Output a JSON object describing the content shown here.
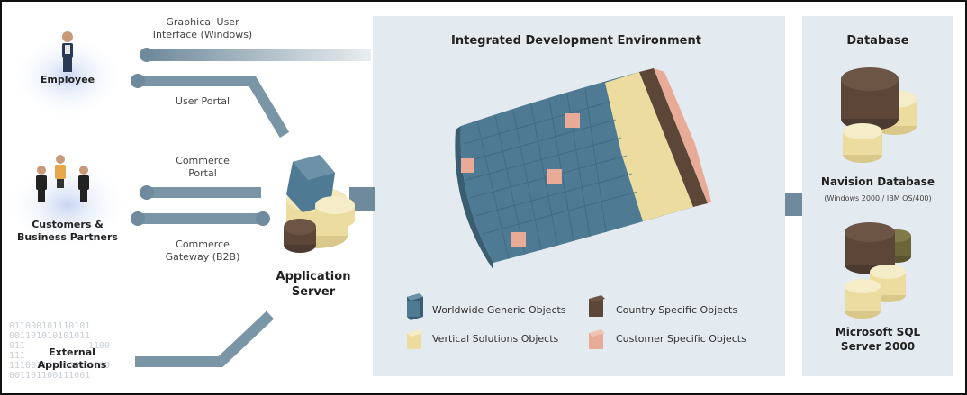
{
  "ide_title": "Integrated Development Environment",
  "db_title": "Database",
  "actors": {
    "employee": "Employee",
    "customers_line1": "Customers &",
    "customers_line2": "Business Partners",
    "external_line1": "External",
    "external_line2": "Applications"
  },
  "channels": {
    "gui_line1": "Graphical User",
    "gui_line2": "Interface (Windows)",
    "user_portal": "User Portal",
    "commerce_portal_line1": "Commerce",
    "commerce_portal_line2": "Portal",
    "commerce_gateway_line1": "Commerce",
    "commerce_gateway_line2": "Gateway (B2B)"
  },
  "app_server": {
    "line1": "Application",
    "line2": "Server"
  },
  "databases": {
    "navision_title": "Navision Database",
    "navision_sub": "(Windows 2000 / IBM OS/400)",
    "sql_line1": "Microsoft SQL",
    "sql_line2": "Server 2000"
  },
  "legend": {
    "worldwide": "Worldwide Generic Objects",
    "vertical": "Vertical Solutions Objects",
    "country": "Country Specific Objects",
    "customer": "Customer Specific Objects"
  },
  "binary_lines": [
    "011000101110101",
    "001101010101011",
    "011",
    "111",
    "111001111000010",
    "001101100111001"
  ],
  "binary_frag": [
    "1100",
    "1100"
  ],
  "colors": {
    "worldwide": "#4f7a93",
    "vertical": "#ecdca0",
    "country": "#5c4637",
    "customer": "#e8ab98",
    "panel": "#e3eaf0",
    "pipe": "#7a95a6",
    "frame": "#111111"
  }
}
